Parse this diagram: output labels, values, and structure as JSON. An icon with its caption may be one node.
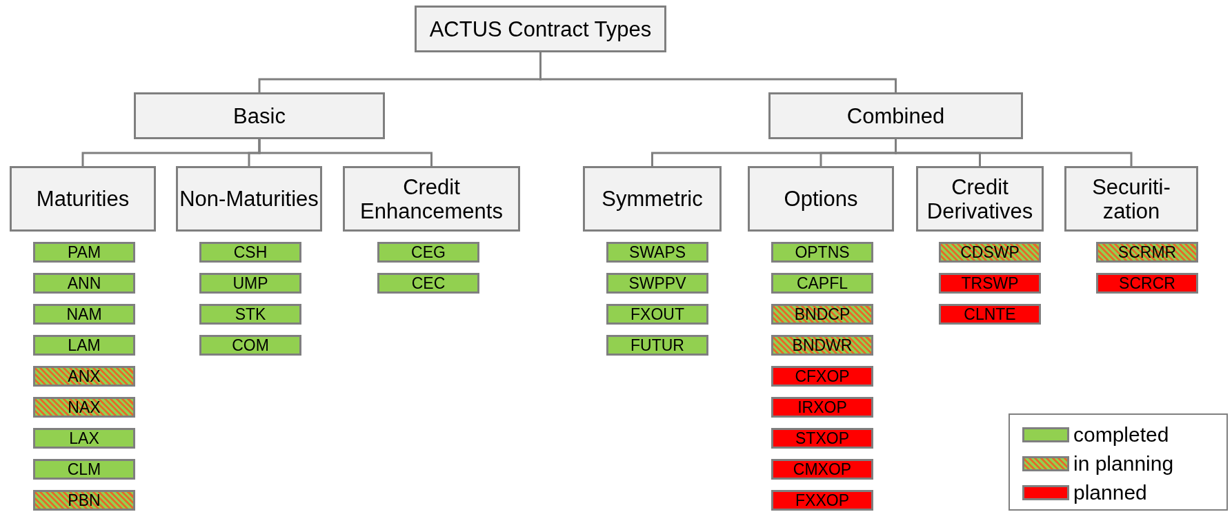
{
  "diagram": {
    "nodes": [
      {
        "text": [
          "ACTUS Contract Types"
        ]
      },
      {
        "text": [
          "Basic"
        ]
      },
      {
        "text": [
          "Combined"
        ]
      },
      {
        "text": [
          "Maturities"
        ]
      },
      {
        "text": [
          "Non-Maturities"
        ]
      },
      {
        "text": [
          "Credit Enhancements"
        ]
      },
      {
        "text": [
          "Symmetric"
        ]
      },
      {
        "text": [
          "Options"
        ]
      },
      {
        "text": [
          "Credit Derivatives"
        ]
      },
      {
        "text": [
          "Securiti-zation"
        ]
      },
      {
        "text": [
          "PAM"
        ]
      },
      {
        "text": [
          "ANN"
        ]
      },
      {
        "text": [
          "NAM"
        ]
      },
      {
        "text": [
          "LAM"
        ]
      },
      {
        "text": [
          "ANX"
        ]
      },
      {
        "text": [
          "NAX"
        ]
      },
      {
        "text": [
          "LAX"
        ]
      },
      {
        "text": [
          "CLM"
        ]
      },
      {
        "text": [
          "PBN"
        ]
      },
      {
        "text": [
          "CSH"
        ]
      },
      {
        "text": [
          "UMP"
        ]
      },
      {
        "text": [
          "STK"
        ]
      },
      {
        "text": [
          "COM"
        ]
      },
      {
        "text": [
          "CEG"
        ]
      },
      {
        "text": [
          "CEC"
        ]
      },
      {
        "text": [
          "SWAPS"
        ]
      },
      {
        "text": [
          "SWPPV"
        ]
      },
      {
        "text": [
          "FXOUT"
        ]
      },
      {
        "text": [
          "FUTUR"
        ]
      },
      {
        "text": [
          "OPTNS"
        ]
      },
      {
        "text": [
          "CAPFL"
        ]
      },
      {
        "text": [
          "BNDCP"
        ]
      },
      {
        "text": [
          "BNDWR"
        ]
      },
      {
        "text": [
          "CFXOP"
        ]
      },
      {
        "text": [
          "IRXOP"
        ]
      },
      {
        "text": [
          "STXOP"
        ]
      },
      {
        "text": [
          "CMXOP"
        ]
      },
      {
        "text": [
          "FXXOP"
        ]
      },
      {
        "text": [
          "CDSWP"
        ]
      },
      {
        "text": [
          "TRSWP"
        ]
      },
      {
        "text": [
          "CLNTE"
        ]
      },
      {
        "text": [
          "SCRMR"
        ]
      },
      {
        "text": [
          "SCRCR"
        ]
      }
    ],
    "edges": [
      {
        "from": 0,
        "to": 1,
        "arrow": "none"
      },
      {
        "from": 0,
        "to": 2,
        "arrow": "none"
      },
      {
        "from": 1,
        "to": 3,
        "arrow": "none"
      },
      {
        "from": 1,
        "to": 4,
        "arrow": "none"
      },
      {
        "from": 1,
        "to": 5,
        "arrow": "none"
      },
      {
        "from": 2,
        "to": 6,
        "arrow": "none"
      },
      {
        "from": 2,
        "to": 7,
        "arrow": "none"
      },
      {
        "from": 2,
        "to": 8,
        "arrow": "none"
      },
      {
        "from": 2,
        "to": 9,
        "arrow": "none"
      }
    ],
    "legend": [
      {
        "text": "completed",
        "color": "#92d050"
      },
      {
        "text": "in planning"
      },
      {
        "text": "planned",
        "color": "#ff0000"
      }
    ]
  }
}
